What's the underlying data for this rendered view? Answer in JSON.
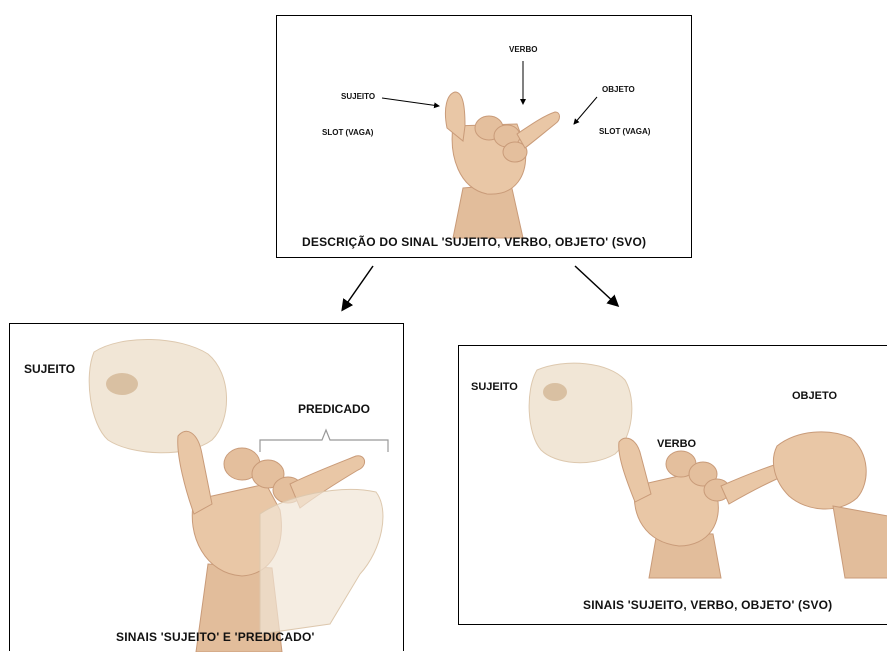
{
  "top": {
    "labels": {
      "sujeito": "SUJEITO",
      "verbo": "VERBO",
      "objeto": "OBJETO",
      "slot_left": "SLOT (VAGA)",
      "slot_right": "SLOT (VAGA)"
    },
    "caption": "DESCRIÇÃO DO SINAL 'SUJEITO, VERBO, OBJETO' (SVO)"
  },
  "left": {
    "labels": {
      "sujeito": "SUJEITO",
      "predicado": "PREDICADO"
    },
    "caption": "SINAIS 'SUJEITO' E 'PREDICADO'"
  },
  "right": {
    "labels": {
      "sujeito": "SUJEITO",
      "verbo": "VERBO",
      "objeto": "OBJETO"
    },
    "caption": "SINAIS 'SUJEITO, VERBO, OBJETO' (SVO)"
  },
  "colors": {
    "skin": "#e9c7a6",
    "skin_shadow": "#c99b79",
    "skin_faded": "#f1e6d6",
    "border": "#000000"
  }
}
